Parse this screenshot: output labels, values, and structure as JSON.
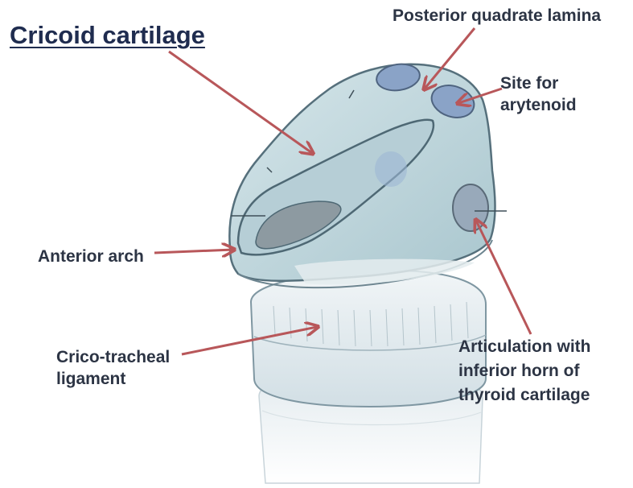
{
  "title": "Cricoid cartilage",
  "labels": {
    "posterior_quadrate_lamina": "Posterior quadrate lamina",
    "site_for_arytenoid": [
      "Site for",
      "arytenoid"
    ],
    "anterior_arch": "Anterior arch",
    "crico_tracheal_ligament": [
      "Crico-tracheal",
      "ligament"
    ],
    "articulation": [
      "Articulation with",
      "inferior horn of",
      "thyroid cartilage"
    ]
  },
  "colors": {
    "title": "#1f2c4f",
    "label_text": "#2c3444",
    "arrow": "#b8575a",
    "cartilage_fill": "#c4dae0",
    "cartilage_stroke": "#56707c",
    "facet_fill": "#8aa3c7",
    "ring_fill": "#e7eef2"
  }
}
